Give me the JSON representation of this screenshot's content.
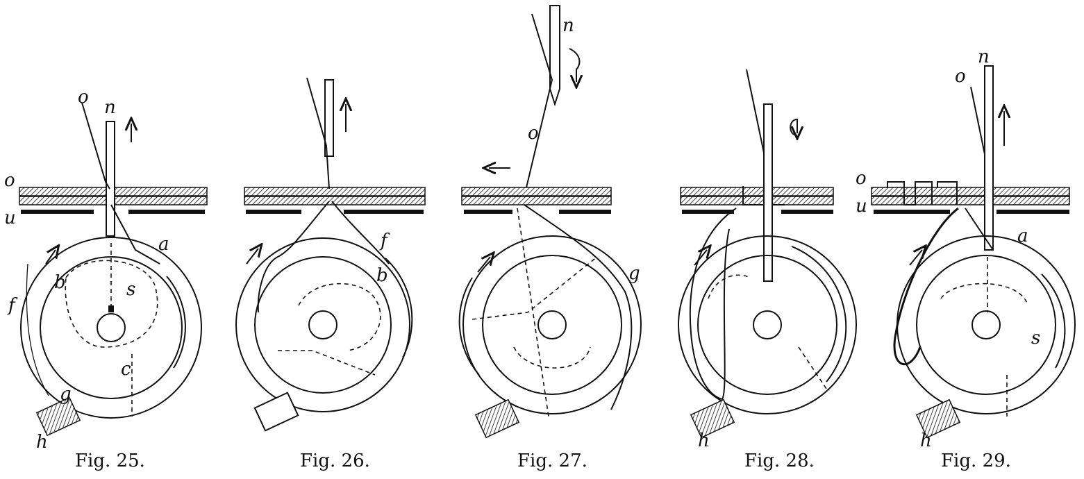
{
  "figures": [
    {
      "id": "fig25",
      "caption": "Fig. 25.",
      "labels": {
        "o_top": "o",
        "n": "n",
        "o_side": "o",
        "u": "u",
        "a": "a",
        "b": "b",
        "s": "s",
        "f": "f",
        "c": "c",
        "g": "g",
        "h": "h"
      }
    },
    {
      "id": "fig26",
      "caption": "Fig. 26.",
      "labels": {
        "f": "f",
        "b": "b"
      }
    },
    {
      "id": "fig27",
      "caption": "Fig. 27.",
      "labels": {
        "n": "n",
        "o": "o",
        "g": "g"
      }
    },
    {
      "id": "fig28",
      "caption": "Fig. 28.",
      "labels": {
        "h": "h"
      }
    },
    {
      "id": "fig29",
      "caption": "Fig. 29.",
      "labels": {
        "o_top": "o",
        "n": "n",
        "o_side": "o",
        "u": "u",
        "a": "a",
        "s": "s",
        "h": "h"
      }
    }
  ]
}
